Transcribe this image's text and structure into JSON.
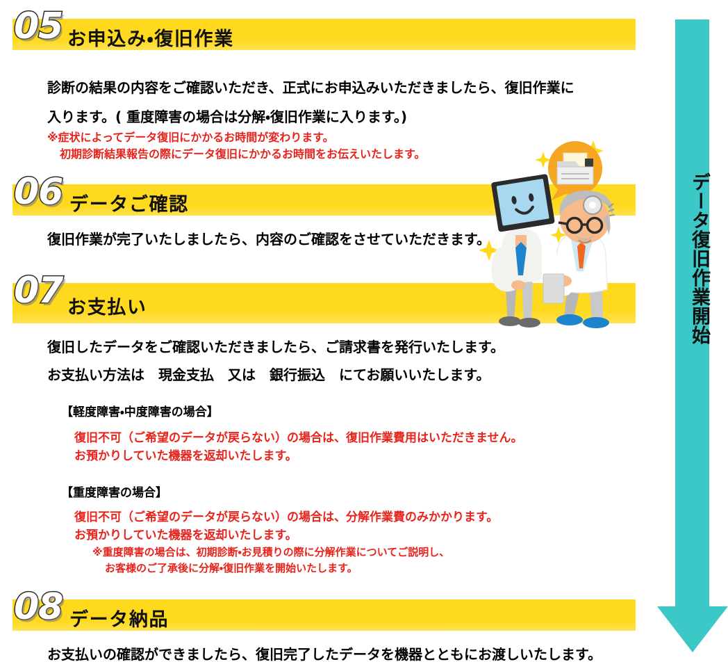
{
  "document": {
    "title": "データ復旧作業の流れ（05〜08）",
    "colors": {
      "step_bar_yellow": "#ffd91e",
      "step_bar_yellow_light": "#ffe251",
      "banner_teal": "#3dc8c8",
      "note_red": "#e8231b",
      "text_black": "#000000",
      "badge_fill": "#ffffff",
      "badge_outline": "#2b2b2b"
    }
  },
  "side_banner": {
    "label": "データ復旧作業開始",
    "arrow_direction": "down",
    "color": "#3dc8c8"
  },
  "steps": [
    {
      "number": "05",
      "title": "お申込み・復旧作業",
      "body_lines": [
        "診断の結果の内容をご確認いただき、正式にお申込みいただきましたら、復旧作業に",
        "入ります。( 重度障害の場合は分解・復旧作業に入ります。)"
      ],
      "red_notes": [
        "※症状によってデータ復旧にかかるお時間が変わります。",
        "初期診断結果報告の際にデータ復旧にかかるお時間をお伝えいたします。"
      ]
    },
    {
      "number": "06",
      "title": "データご確認",
      "body_lines": [
        "復旧作業が完了いたしましたら、内容のご確認をさせていただきます。"
      ],
      "red_notes": []
    },
    {
      "number": "07",
      "title": "お支払い",
      "body_lines": [
        "復旧したデータをご確認いただきましたら、ご請求書を発行いたします。",
        "お支払い方法は　現金支払　又は　銀行振込　にてお願いいたします。"
      ],
      "cases": [
        {
          "label": "【軽度障害・中度障害の場合】",
          "red_notes": [
            "復旧不可（ご希望のデータが戻らない）の場合は、復旧作業費用はいただきません。",
            "お預かりしていた機器を返却いたします。"
          ],
          "red_subnotes": []
        },
        {
          "label": "【重度障害の場合】",
          "red_notes": [
            "復旧不可（ご希望のデータが戻らない）の場合は、分解作業費のみかかります。",
            "お預かりしていた機器を返却いたします。"
          ],
          "red_subnotes": [
            "※重度障害の場合は、初期診断・お見積りの際に分解作業についてご説明し、",
            "お客様のご了承後に分解・復旧作業を開始いたします。"
          ]
        }
      ]
    },
    {
      "number": "08",
      "title": "データ納品",
      "body_lines": [
        "お支払いの確認ができましたら、復旧完了したデータを機器とともにお渡しいたします。"
      ],
      "red_notes": []
    }
  ],
  "illustration": {
    "alt": "モニター頭のキャラクターと医師のイラスト（書類フォルダの吹き出し付き）",
    "elements": [
      "monitor-head-character",
      "doctor-character",
      "speech-bubble-folder",
      "sparkles"
    ]
  }
}
